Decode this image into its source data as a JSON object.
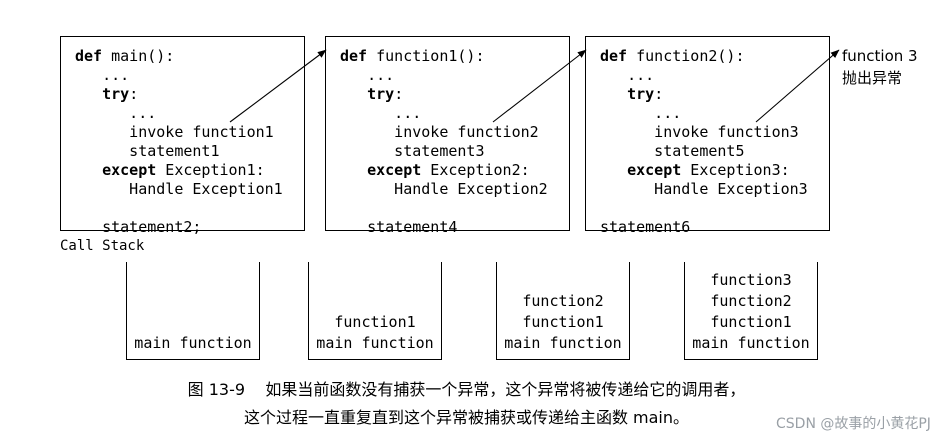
{
  "diagram": {
    "call_stack_label": "Call Stack",
    "code_boxes": [
      {
        "name": "main",
        "lines": [
          {
            "bold": "def",
            "rest": " main():"
          },
          {
            "bold": "",
            "rest": "   ..."
          },
          {
            "bold": "   try",
            "rest": ":"
          },
          {
            "bold": "",
            "rest": "      ..."
          },
          {
            "bold": "",
            "rest": "      invoke function1"
          },
          {
            "bold": "",
            "rest": "      statement1"
          },
          {
            "bold": "   except",
            "rest": " Exception1:"
          },
          {
            "bold": "",
            "rest": "      Handle Exception1"
          },
          {
            "bold": "",
            "rest": ""
          },
          {
            "bold": "",
            "rest": "   statement2;"
          }
        ]
      },
      {
        "name": "function1",
        "lines": [
          {
            "bold": "def",
            "rest": " function1():"
          },
          {
            "bold": "",
            "rest": "   ..."
          },
          {
            "bold": "   try",
            "rest": ":"
          },
          {
            "bold": "",
            "rest": "      ..."
          },
          {
            "bold": "",
            "rest": "      invoke function2"
          },
          {
            "bold": "",
            "rest": "      statement3"
          },
          {
            "bold": "   except",
            "rest": " Exception2:"
          },
          {
            "bold": "",
            "rest": "      Handle Exception2"
          },
          {
            "bold": "",
            "rest": ""
          },
          {
            "bold": "",
            "rest": "   statement4"
          }
        ]
      },
      {
        "name": "function2",
        "lines": [
          {
            "bold": "def",
            "rest": " function2():"
          },
          {
            "bold": "",
            "rest": "   ..."
          },
          {
            "bold": "   try",
            "rest": ":"
          },
          {
            "bold": "",
            "rest": "      ..."
          },
          {
            "bold": "",
            "rest": "      invoke function3"
          },
          {
            "bold": "",
            "rest": "      statement5"
          },
          {
            "bold": "   except",
            "rest": " Exception3:"
          },
          {
            "bold": "",
            "rest": "      Handle Exception3"
          },
          {
            "bold": "",
            "rest": ""
          },
          {
            "bold": "",
            "rest": "statement6"
          }
        ]
      }
    ],
    "annotation": "function 3\n抛出异常",
    "stacks": [
      {
        "frames": "main function"
      },
      {
        "frames": "function1\nmain function"
      },
      {
        "frames": "function2\nfunction1\nmain function"
      },
      {
        "frames": "function3\nfunction2\nfunction1\nmain function"
      }
    ],
    "caption_line1": "图 13-9    如果当前函数没有捕获一个异常，这个异常将被传递给它的调用者，",
    "caption_line2": "这个过程一直重复直到这个异常被捕获或传递给主函数 main。",
    "watermark": "CSDN @故事的小黄花PJ"
  }
}
